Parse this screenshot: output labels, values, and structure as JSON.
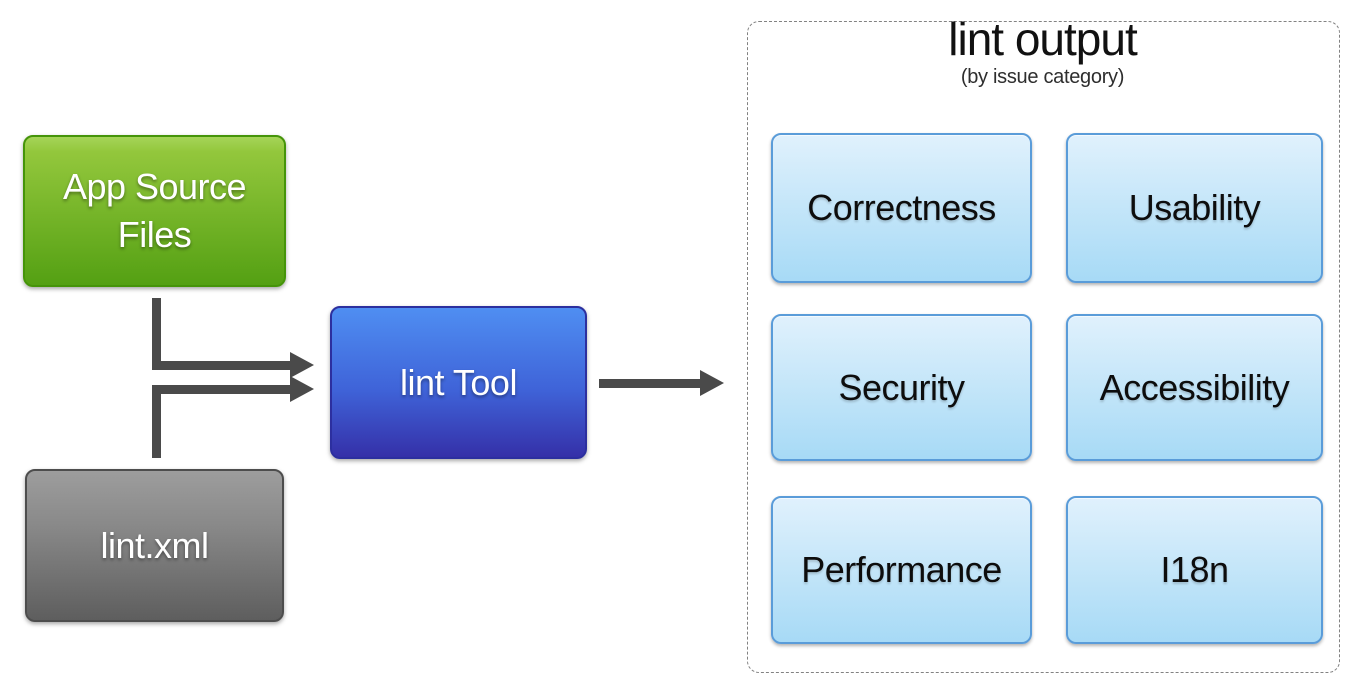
{
  "diagram": {
    "nodes": {
      "app_source": {
        "label": "App Source Files",
        "fill_top": "#93c73c",
        "fill_bottom": "#54a013",
        "border_color": "#459409"
      },
      "lint_xml": {
        "label": "lint.xml",
        "fill_top": "#9d9d9d",
        "fill_bottom": "#5e5e5e",
        "border_color": "#4d4d4d"
      },
      "lint_tool": {
        "label": "lint Tool",
        "fill_top": "#4f8ef2",
        "fill_bottom": "#3530a8",
        "border_color": "#2c2f9f"
      }
    },
    "output": {
      "title": "lint output",
      "subtitle": "(by issue category)",
      "categories": [
        {
          "label": "Correctness"
        },
        {
          "label": "Usability"
        },
        {
          "label": "Security"
        },
        {
          "label": "Accessibility"
        },
        {
          "label": "Performance"
        },
        {
          "label": "I18n"
        }
      ],
      "category_fill_top": "#e0f1fd",
      "category_fill_bottom": "#a7daf6",
      "category_border_color": "#5a9cd9",
      "container_border_color": "#828282"
    },
    "arrow_color": "#4a4a4a"
  }
}
